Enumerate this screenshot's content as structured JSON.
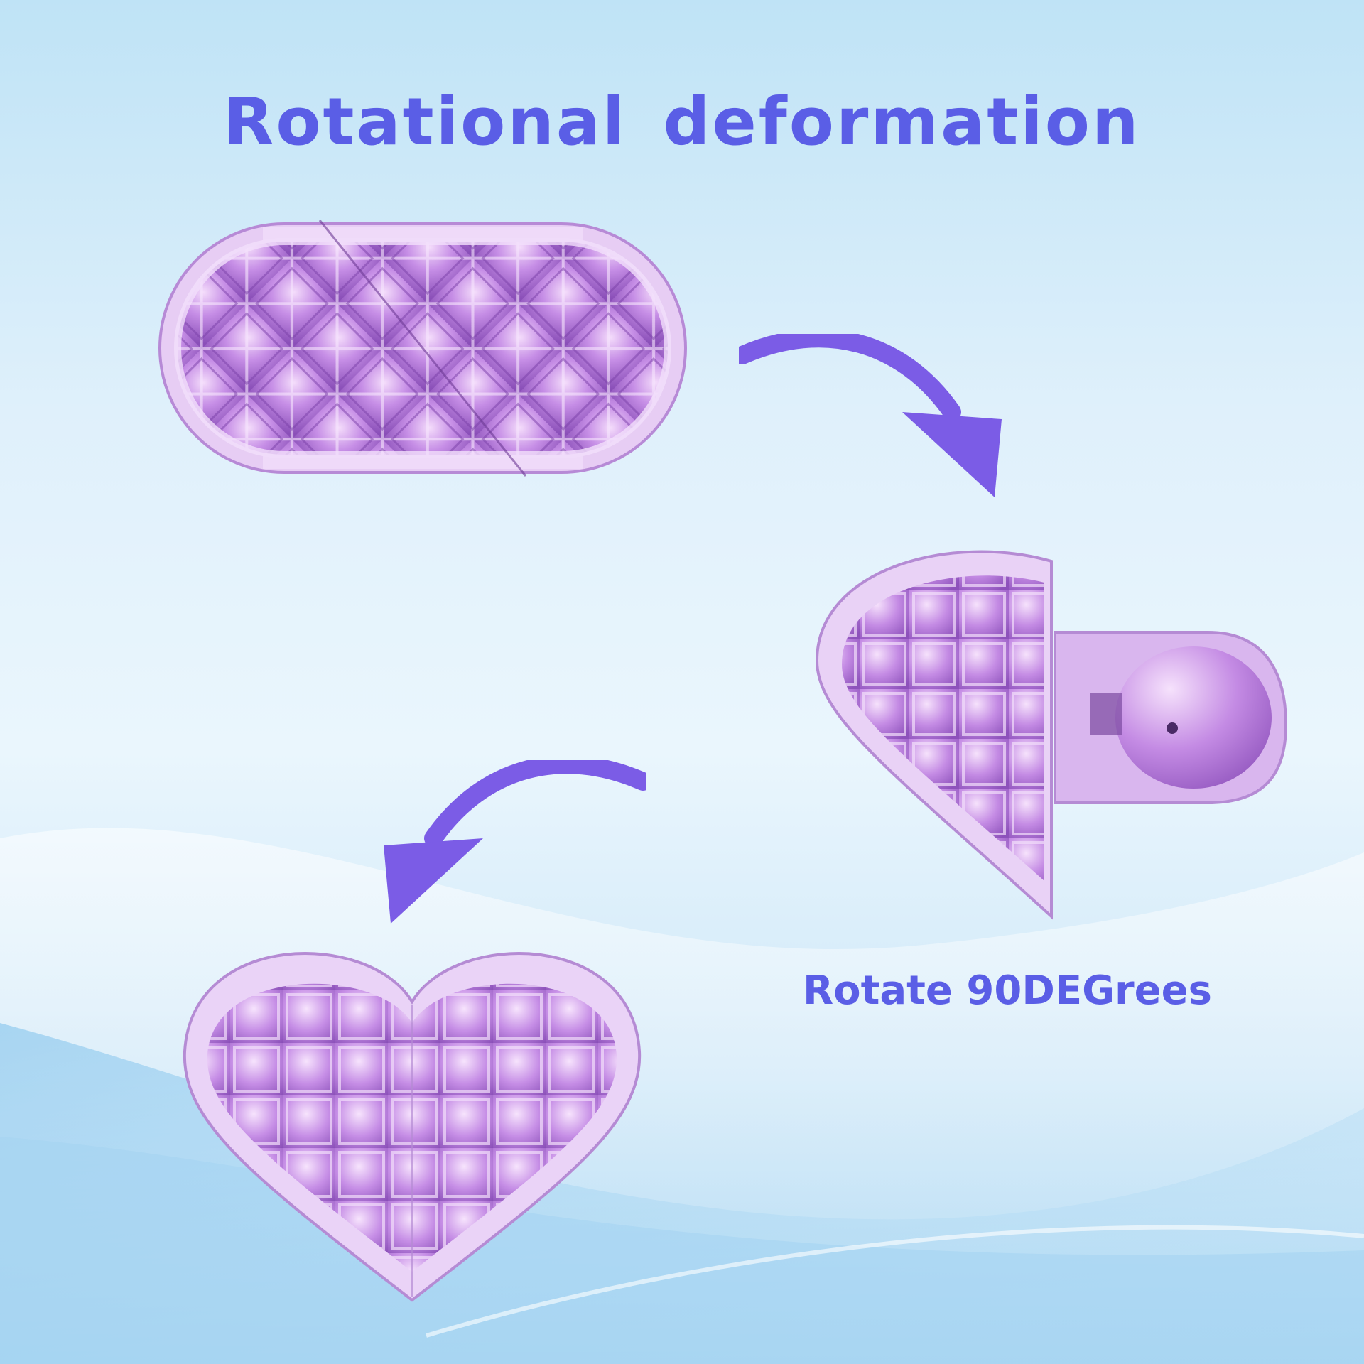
{
  "title": "Rotational deformation",
  "caption": "Rotate 90DEGrees",
  "colors": {
    "accent_text": "#5a5ee6",
    "arrow": "#7b5ce6",
    "product": "#c68ee6",
    "background_top": "#bfe3f6",
    "background_bottom": "#a9d6f2"
  },
  "icons": {
    "arrow_1": "curved-arrow-down-right-icon",
    "arrow_2": "curved-arrow-down-left-icon"
  },
  "stages": [
    "capsule",
    "half-rotated",
    "heart"
  ]
}
